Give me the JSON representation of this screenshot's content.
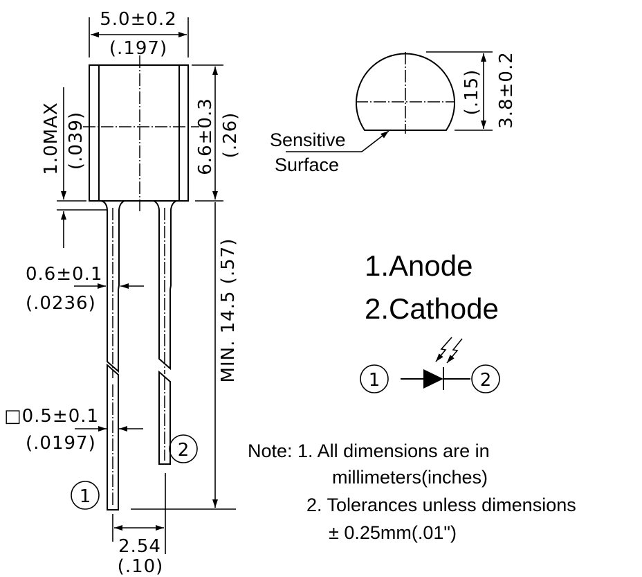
{
  "drawing": {
    "body_width": "5.0±0.2",
    "body_width_in": "(.197)",
    "body_height": "6.6±0.3",
    "body_height_in": "(.26)",
    "standoff": "1.0MAX",
    "standoff_in": "(.039)",
    "lead_width_top": "0.6±0.1",
    "lead_width_top_in": "(.0236)",
    "lead_width": "□0.5±0.1",
    "lead_width_in": "(.0197)",
    "lead_length": "MIN. 14.5",
    "lead_length_in": "(.57)",
    "lead_pitch": "2.54",
    "lead_pitch_in": "(.10)",
    "pin1": "1",
    "pin2": "2",
    "dome_height": "3.8±0.2",
    "dome_height_in": "(.15)",
    "sensitive_line1": "Sensitive",
    "sensitive_line2": "Surface"
  },
  "pins": {
    "anode": "1.Anode",
    "cathode": "2.Cathode",
    "symbol_pin1": "1",
    "symbol_pin2": "2"
  },
  "notes": {
    "line1": "Note: 1. All dimensions are in",
    "line2": "millimeters(inches)",
    "line3": "2. Tolerances unless dimensions",
    "line4": "± 0.25mm(.01\")"
  }
}
